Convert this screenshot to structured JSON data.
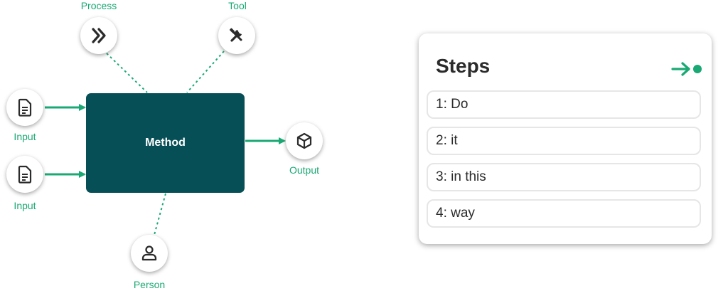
{
  "diagram": {
    "process_label": "Process",
    "tool_label": "Tool",
    "input1_label": "Input",
    "input2_label": "Input",
    "method_label": "Method",
    "output_label": "Output",
    "person_label": "Person",
    "icons": {
      "process": "double-chevron-right-icon",
      "tool": "tools-icon",
      "input": "document-icon",
      "output": "cube-icon",
      "person": "person-icon"
    },
    "colors": {
      "method_fill": "#064f57",
      "accent": "#1aa974",
      "icon": "#2b2b2b"
    }
  },
  "steps_card": {
    "title": "Steps",
    "go_icon": "arrow-right-dot-icon",
    "items": [
      {
        "label": "1: Do"
      },
      {
        "label": "2: it"
      },
      {
        "label": "3: in this"
      },
      {
        "label": "4: way"
      }
    ]
  }
}
